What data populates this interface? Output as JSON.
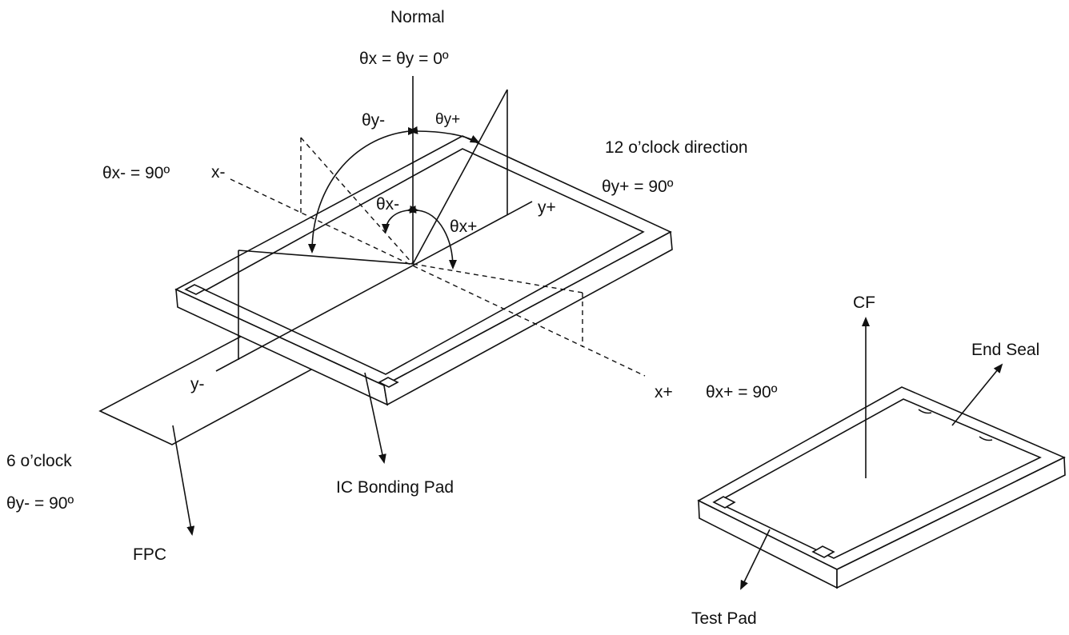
{
  "labels": {
    "normal": "Normal",
    "normal_angle": "θx = θy = 0º",
    "theta_y_minus": "θy-",
    "theta_y_plus": "θy+",
    "twelve_oclock": "12 o’clock direction",
    "theta_y_plus_90": "θy+ = 90º",
    "theta_x_minus_90": "θx- = 90º",
    "x_minus": "x-",
    "theta_x_minus": "θx-",
    "theta_x_plus": "θx+",
    "y_plus": "y+",
    "y_minus": "y-",
    "x_plus": "x+",
    "theta_x_plus_90": "θx+ = 90º",
    "six_oclock": "6 o’clock",
    "theta_y_minus_90": "θy- = 90º",
    "fpc": "FPC",
    "ic_bonding_pad": "IC Bonding Pad",
    "cf": "CF",
    "end_seal": "End Seal",
    "test_pad": "Test Pad"
  }
}
